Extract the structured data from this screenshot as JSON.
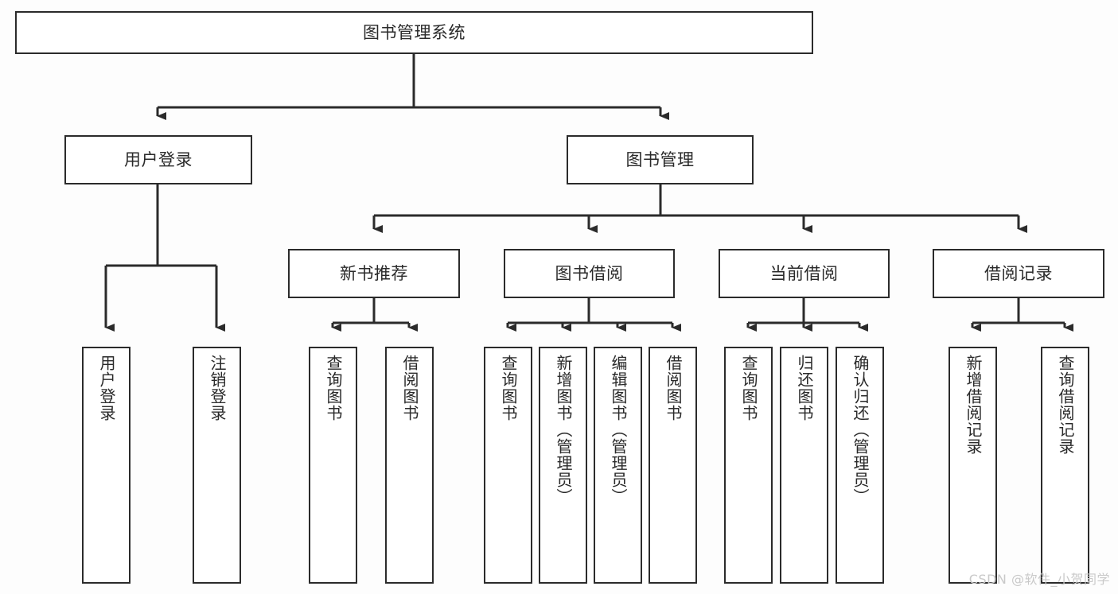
{
  "diagram": {
    "title": "图书管理系统",
    "watermark": "CSDN @软件_小贺同学",
    "style": {
      "box_border_color": "#2b2b2b",
      "box_fill_color": "#ffffff",
      "text_color": "#2a2a2a",
      "background_color": "#fdfdfd",
      "watermark_color": "#c9c9c9"
    },
    "root": {
      "label": "图书管理系统"
    },
    "level1": [
      {
        "label": "用户登录"
      },
      {
        "label": "图书管理"
      }
    ],
    "level2": [
      {
        "label": "新书推荐"
      },
      {
        "label": "图书借阅"
      },
      {
        "label": "当前借阅"
      },
      {
        "label": "借阅记录"
      }
    ],
    "leaves": {
      "user_login": [
        {
          "label": "用户登录"
        },
        {
          "label": "注销登录"
        }
      ],
      "new_book": [
        {
          "label": "查询图书"
        },
        {
          "label": "借阅图书"
        }
      ],
      "book_borrow": [
        {
          "label": "查询图书"
        },
        {
          "label": "新增图书（管理员）"
        },
        {
          "label": "编辑图书（管理员）"
        },
        {
          "label": "借阅图书"
        }
      ],
      "current_borrow": [
        {
          "label": "查询图书"
        },
        {
          "label": "归还图书"
        },
        {
          "label": "确认归还（管理员）"
        }
      ],
      "borrow_record": [
        {
          "label": "新增借阅记录"
        },
        {
          "label": "查询借阅记录"
        }
      ]
    }
  }
}
